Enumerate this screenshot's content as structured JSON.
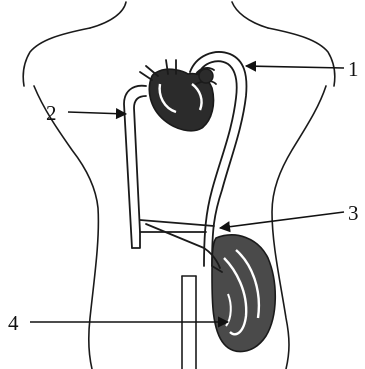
{
  "labels": [
    {
      "id": "1",
      "text": "1"
    },
    {
      "id": "2",
      "text": "2"
    },
    {
      "id": "3",
      "text": "3"
    },
    {
      "id": "4",
      "text": "4"
    }
  ],
  "colors": {
    "line": "#1a1a1a",
    "tissue_fill": "#4a4a4a",
    "heart_fill": "#2b2b2b",
    "background": "#ffffff"
  }
}
